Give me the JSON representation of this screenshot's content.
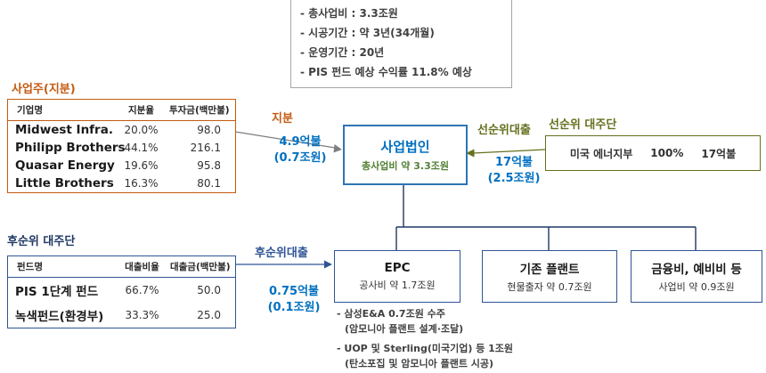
{
  "colors": {
    "orange": "#C55A11",
    "navy": "#1F3864",
    "medium_blue": "#2F5496",
    "amount_blue": "#0070C0",
    "olive_green": "#66701E",
    "green": "#538135",
    "spv_border_blue": "#2E74B5",
    "summary_border_gray": "#A6A6A6"
  },
  "summary": {
    "items": [
      "- 총사업비 : 3.3조원",
      "- 시공기간 : 약 3년(34개월)",
      "- 운영기간 : 20년",
      "- PIS 펀드 예상 수익률 11.8% 예상"
    ]
  },
  "shareholders": {
    "title": "사업주(지분)",
    "headers": [
      "기업명",
      "지분율",
      "투자금(백만불)"
    ],
    "rows": [
      [
        "Midwest Infra.",
        "20.0%",
        "98.0"
      ],
      [
        "Philipp Brothers",
        "44.1%",
        "216.1"
      ],
      [
        "Quasar Energy",
        "19.6%",
        "95.8"
      ],
      [
        "Little Brothers",
        "16.3%",
        "80.1"
      ]
    ]
  },
  "equity_flow": {
    "label": "지분",
    "amount1": "4.9억불",
    "amount2": "(0.7조원)"
  },
  "spv": {
    "title": "사업법인",
    "subtitle": "총사업비 약 3.3조원"
  },
  "senior": {
    "title": "선순위 대주단",
    "entity": "미국 에너지부",
    "share": "100%",
    "amount": "17억불",
    "flow_label": "선순위대출",
    "flow_amount1": "17억불",
    "flow_amount2": "(2.5조원)"
  },
  "junior": {
    "title": "후순위 대주단",
    "headers": [
      "펀드명",
      "대출비율",
      "대출금(백만불)"
    ],
    "rows": [
      [
        "PIS 1단계 펀드",
        "66.7%",
        "50.0"
      ],
      [
        "녹색펀드(환경부)",
        "33.3%",
        "25.0"
      ]
    ],
    "flow_label": "후순위대출",
    "flow_amount1": "0.75억불",
    "flow_amount2": "(0.1조원)"
  },
  "uses": [
    {
      "title": "EPC",
      "subtitle": "공사비 약 1.7조원"
    },
    {
      "title": "기존 플랜트",
      "subtitle": "현물출자 약 0.7조원"
    },
    {
      "title": "금융비, 예비비 등",
      "subtitle": "사업비 약 0.9조원"
    }
  ],
  "notes": [
    "- 삼성E&A 0.7조원 수주",
    "(암모니아 플랜트 설계·조달)",
    "- UOP 및 Sterling(미국기업) 등 1조원",
    "(탄소포집 및 암모니아 플랜트 시공)"
  ]
}
